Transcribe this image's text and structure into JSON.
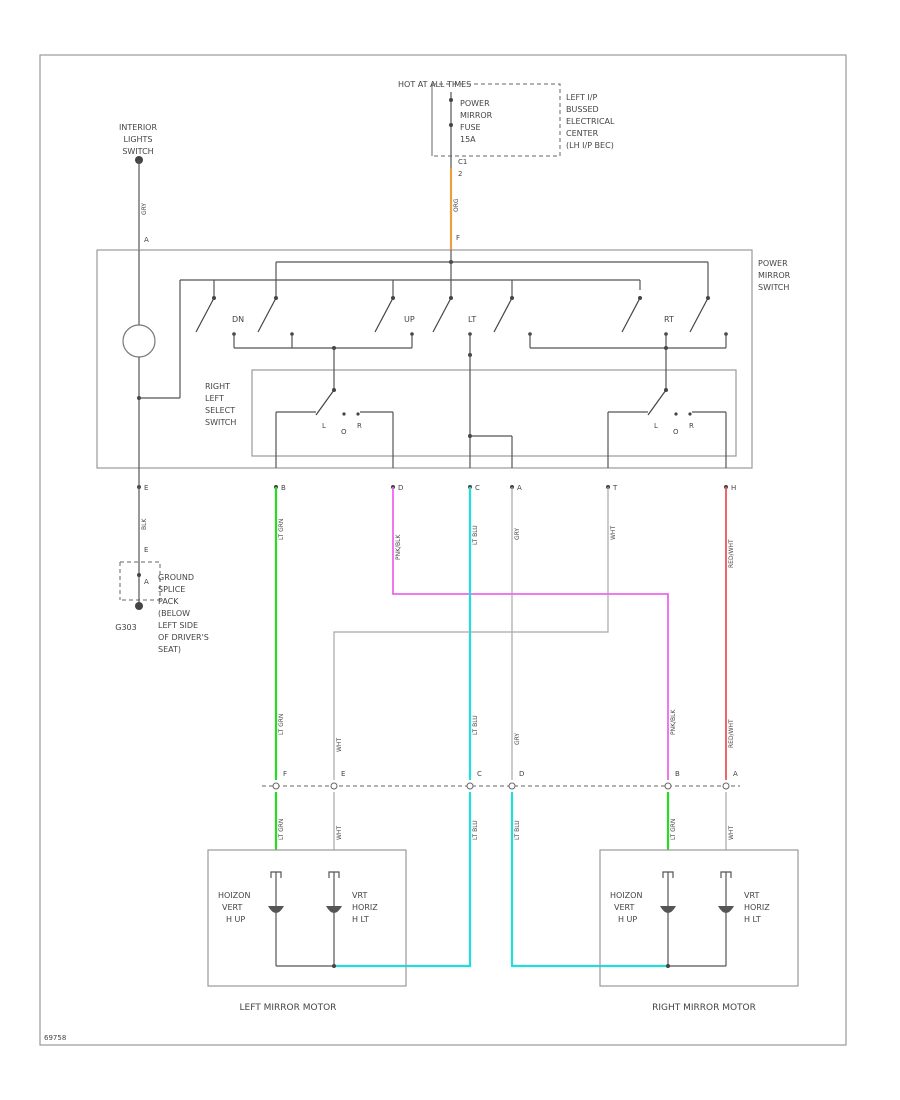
{
  "labels": {
    "interior_lights_switch": [
      "INTERIOR",
      "LIGHTS",
      "SWITCH"
    ],
    "hot_at_all_times": "HOT AT ALL TIMES",
    "fuse": [
      "POWER",
      "MIRROR",
      "FUSE",
      "15A"
    ],
    "fuse_block": [
      "LEFT I/P",
      "BUSSED",
      "ELECTRICAL",
      "CENTER",
      "(LH I/P BEC)"
    ],
    "power_mirror_switch": [
      "POWER",
      "MIRROR",
      "SWITCH"
    ],
    "select_switch": [
      "RIGHT",
      "LEFT",
      "SELECT",
      "SWITCH"
    ],
    "switch_positions": [
      "DN",
      "UP",
      "LT",
      "RT"
    ],
    "select_contacts": [
      "L",
      "O",
      "R"
    ],
    "ground": [
      "GROUND",
      "SPLICE",
      "PACK",
      "(BELOW",
      "LEFT SIDE",
      "OF DRIVER'S",
      "SEAT)"
    ],
    "ground_code": "G303",
    "left_motor_title": "LEFT MIRROR MOTOR",
    "right_motor_title": "RIGHT MIRROR MOTOR",
    "motor_dn_up": [
      "HOIZON",
      "VERT",
      "H UP"
    ],
    "motor_rt_lt": [
      "VRT",
      "HORIZ",
      "H LT"
    ],
    "figure_code": "69758"
  },
  "wires": {
    "fuse_feed": "ORG",
    "lights_feed": "GRY",
    "ground_wire": "BLK",
    "left_green": "LT GRN",
    "left_pink": "PNK/BLK",
    "center_blue": "LT BLU",
    "center_gray": "GRY",
    "right_white": "WHT",
    "right_red": "RED/WHT"
  },
  "pins": {
    "fuse_pins": [
      "C1",
      "2"
    ],
    "lights_pin": "A",
    "switch_top": "F",
    "bottom_row": [
      "E",
      "B",
      "D",
      "C",
      "A",
      "T",
      "H"
    ],
    "motor_connector_left": [
      "F",
      "E",
      "C"
    ],
    "motor_connector_right": [
      "D",
      "B",
      "A"
    ],
    "ground_pins": [
      "E",
      "A"
    ]
  },
  "colors": {
    "green": "#22dd22",
    "pink": "#ee66ee",
    "cyan": "#22dddd",
    "red": "#ee5555",
    "orange": "#e8a040"
  }
}
